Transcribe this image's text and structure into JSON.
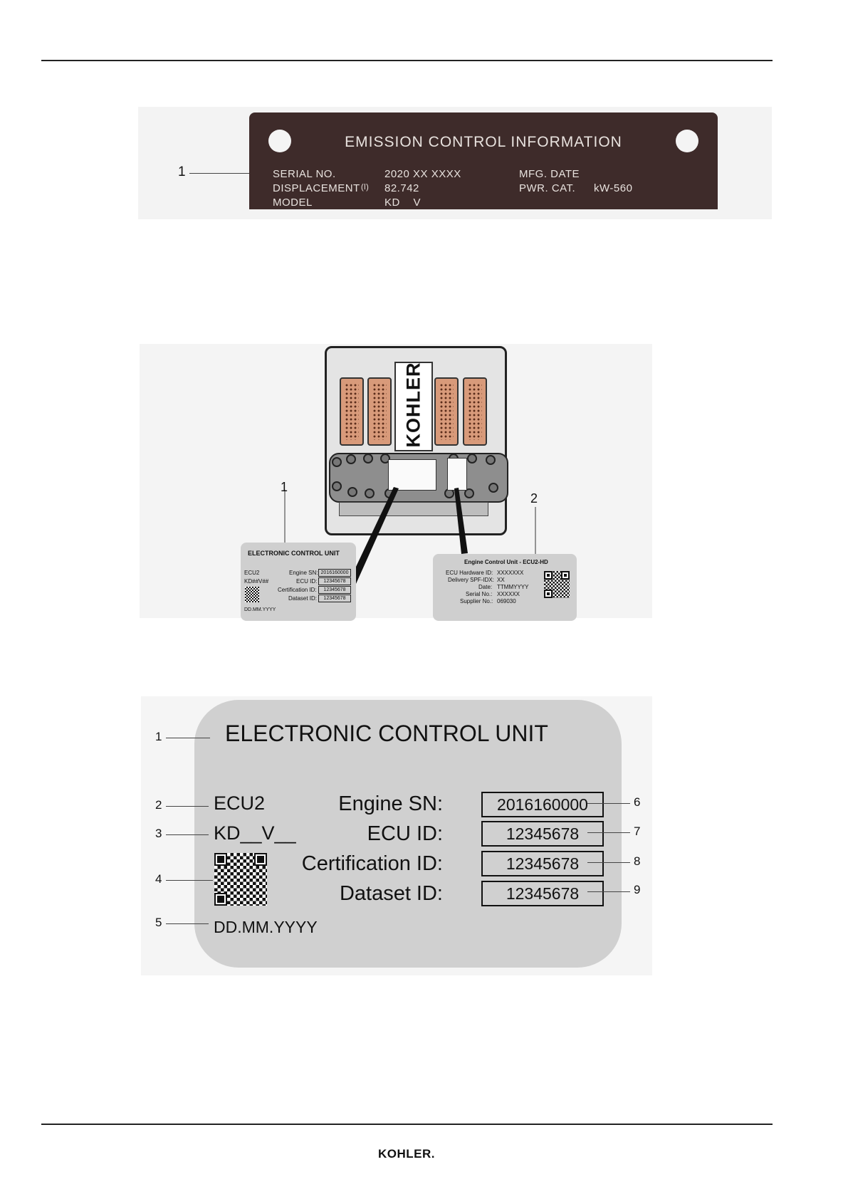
{
  "emission_plate": {
    "title": "EMISSION  CONTROL  INFORMATION",
    "serial_label": "SERIAL  NO.",
    "serial_value": "2020  XX  XXXX",
    "mfg_date_label": "MFG.  DATE",
    "displacement_label": "DISPLACEMENT",
    "displacement_unit": "(l)",
    "displacement_value": "82.742",
    "pwr_cat_label": "PWR.  CAT.",
    "pwr_cat_value": "kW-560",
    "model_label": "MODEL",
    "model_value": "KD    V",
    "callout_1": "1"
  },
  "ecu_diagram": {
    "brand": "KOHLER",
    "callout_1": "1",
    "callout_2": "2",
    "left_label": {
      "title": "ELECTRONIC CONTROL UNIT",
      "ecu": "ECU2",
      "model": "KD##V##",
      "engine_sn_label": "Engine SN:",
      "engine_sn_value": "2016160000",
      "ecu_id_label": "ECU ID:",
      "ecu_id_value": "12345678",
      "cert_id_label": "Certification ID:",
      "cert_id_value": "12345678",
      "dataset_id_label": "Dataset ID:",
      "dataset_id_value": "12345678",
      "date": "DD.MM.YYYY"
    },
    "right_label": {
      "title": "Engine Control Unit - ECU2-HD",
      "hw_id_label": "ECU Hardware ID:",
      "hw_id_value": "XXXXXXX",
      "spf_label": "Delivery SPF-IDX:",
      "spf_value": "XX",
      "date_label": "Date:",
      "date_value": "TTMMYYYY",
      "serial_label": "Serial No.:",
      "serial_value": "XXXXXX",
      "supplier_label": "Supplier No.:",
      "supplier_value": "069030"
    }
  },
  "ecu_label_detail": {
    "title": "ELECTRONIC CONTROL UNIT",
    "ecu": "ECU2",
    "model": "KD__V__",
    "date": "DD.MM.YYYY",
    "engine_sn_label": "Engine SN:",
    "engine_sn_value": "2016160000",
    "ecu_id_label": "ECU ID:",
    "ecu_id_value": "12345678",
    "cert_id_label": "Certification ID:",
    "cert_id_value": "12345678",
    "dataset_id_label": "Dataset ID:",
    "dataset_id_value": "12345678",
    "callouts": [
      "1",
      "2",
      "3",
      "4",
      "5",
      "6",
      "7",
      "8",
      "9"
    ]
  },
  "footer": {
    "logo": "KOHLER."
  }
}
